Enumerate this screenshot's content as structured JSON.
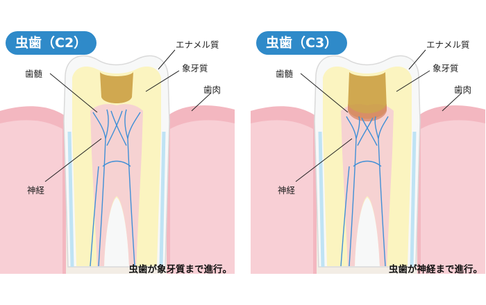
{
  "panels": [
    {
      "title": "虫歯（C2）",
      "labels": {
        "enamel": "エナメル質",
        "dentin": "象牙質",
        "gum": "歯肉",
        "pulp": "歯髄",
        "nerve": "神経"
      },
      "caption": "虫歯が象牙質まで進行。"
    },
    {
      "title": "虫歯（C3）",
      "labels": {
        "enamel": "エナメル質",
        "dentin": "象牙質",
        "gum": "歯肉",
        "pulp": "歯髄",
        "nerve": "神経"
      },
      "caption": "虫歯が神経まで進行。"
    }
  ],
  "colors": {
    "title_badge": "#2f8ac9",
    "enamel": "#f7f8f8",
    "dentin": "#fbf4c0",
    "pulp": "#f6d2d2",
    "gum": "#f3b7c0",
    "bone": "#f3ede5",
    "caries": "#c89a3c",
    "nerve": "#3f8fd6"
  }
}
